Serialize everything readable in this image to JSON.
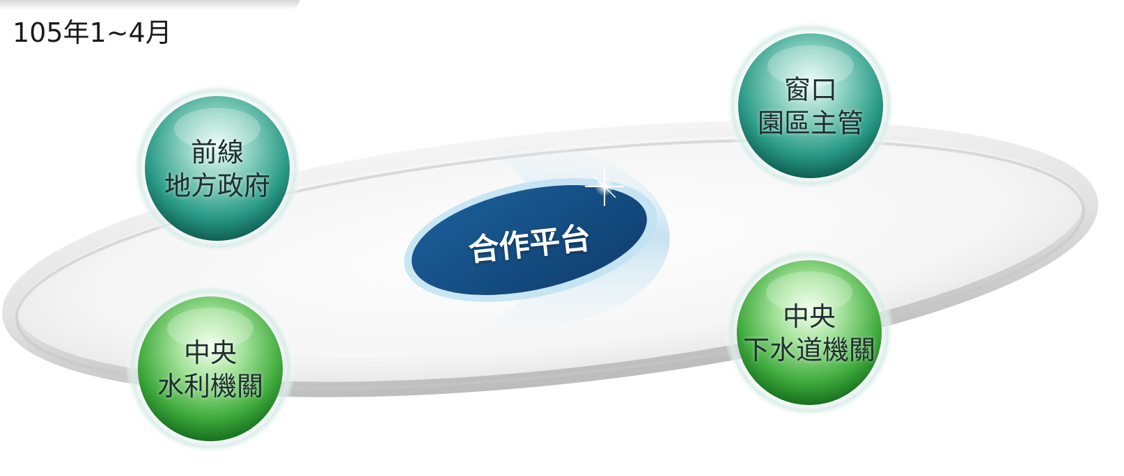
{
  "period": "105年1~4月",
  "center": {
    "label": "合作平台"
  },
  "nodes": {
    "front_line": {
      "line1": "前線",
      "line2": "地方政府",
      "color": "#1f8c7e"
    },
    "window": {
      "line1": "窗口",
      "line2": "園區主管",
      "color": "#1f8c7e"
    },
    "water": {
      "line1": "中央",
      "line2": "水利機關",
      "color": "#3aa845"
    },
    "sewer": {
      "line1": "中央",
      "line2": "下水道機關",
      "color": "#3aa845"
    }
  },
  "colors": {
    "platform_center": "#14508a",
    "ring": "#d2d2d2",
    "teal_sphere": "#1f8c7e",
    "green_sphere": "#3aa845"
  }
}
